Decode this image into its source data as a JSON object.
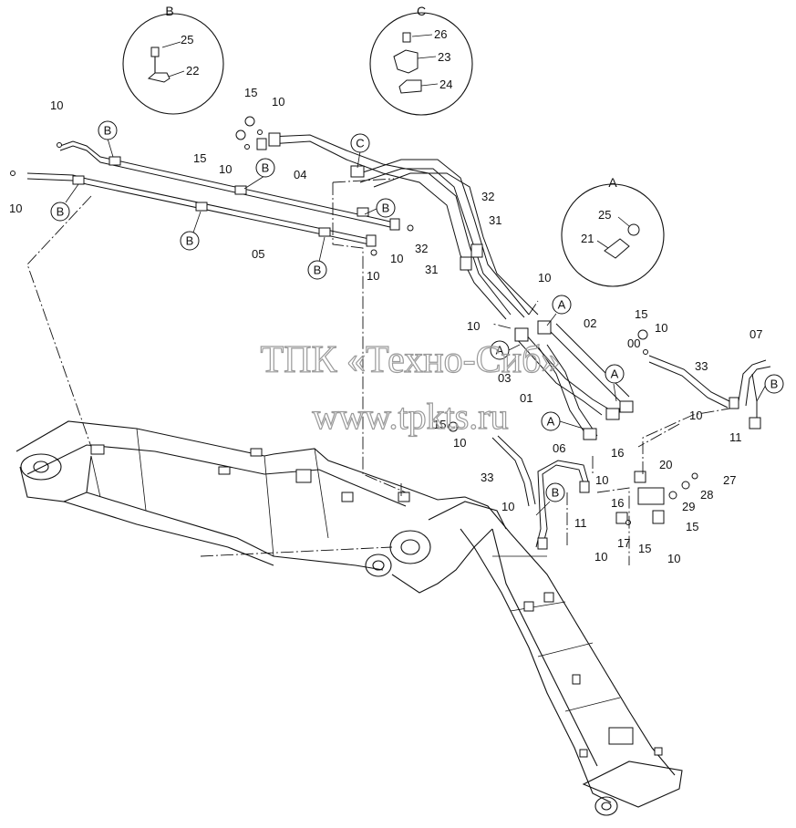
{
  "watermark": {
    "line1": "ТПК «Техно-Сиб»",
    "line2": "www.tpkts.ru"
  },
  "details": {
    "B": {
      "letter": "B",
      "parts": [
        "25",
        "22"
      ]
    },
    "C": {
      "letter": "C",
      "parts": [
        "26",
        "23",
        "24"
      ]
    },
    "A": {
      "letter": "A",
      "parts": [
        "25",
        "21"
      ]
    }
  },
  "callouts": [
    "B",
    "B",
    "B",
    "B",
    "B",
    "B",
    "C",
    "A",
    "A",
    "A",
    "A",
    "B",
    "B",
    "B",
    "B"
  ],
  "labels": [
    "10",
    "10",
    "15",
    "10",
    "15",
    "10",
    "04",
    "05",
    "10",
    "10",
    "32",
    "31",
    "32",
    "31",
    "10",
    "10",
    "02",
    "00",
    "03",
    "01",
    "15",
    "10",
    "07",
    "33",
    "10",
    "11",
    "15",
    "10",
    "06",
    "33",
    "16",
    "20",
    "27",
    "28",
    "29",
    "10",
    "16",
    "10",
    "11",
    "10",
    "17",
    "15",
    "15",
    "10"
  ],
  "colors": {
    "ink": "#111111",
    "watermark": "#9a9a9a",
    "background": "#ffffff"
  }
}
